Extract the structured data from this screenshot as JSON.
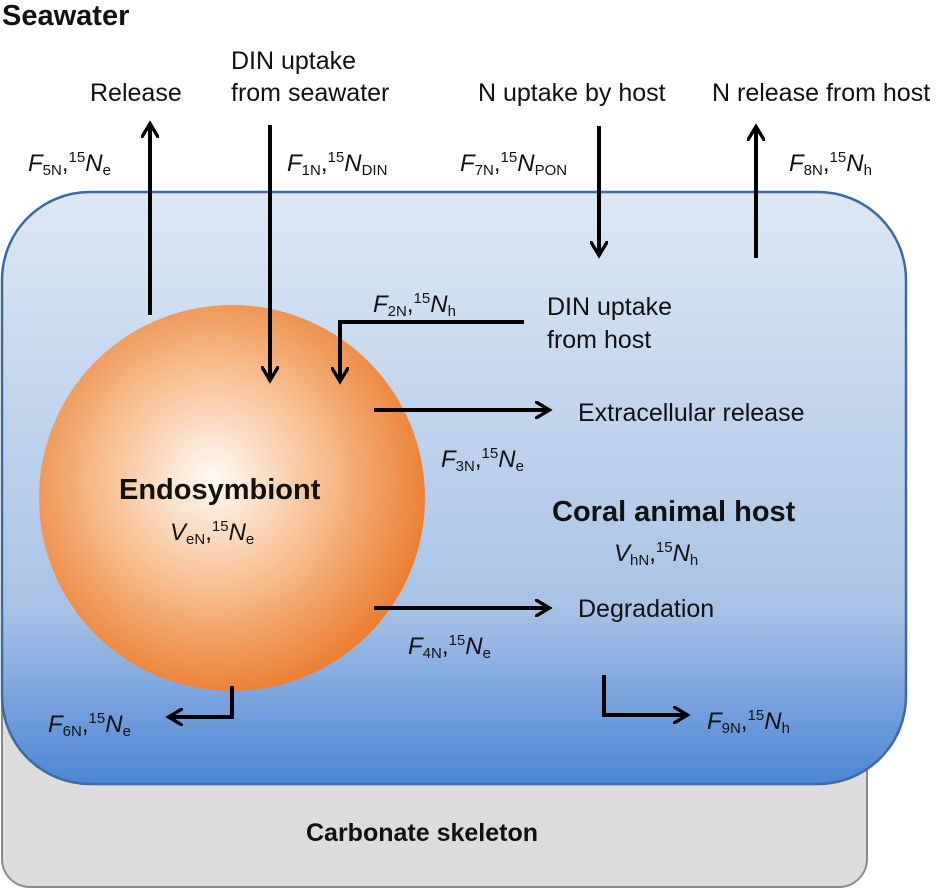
{
  "compartments": {
    "seawater": "Seawater",
    "skeleton": "Carbonate skeleton",
    "host": "Coral animal host",
    "endosymbiont": "Endosymbiont"
  },
  "process_labels": {
    "release": "Release",
    "din_uptake_seawater_1": "DIN uptake",
    "din_uptake_seawater_2": "from seawater",
    "n_uptake_host": "N uptake by host",
    "n_release_host": "N release from host",
    "din_uptake_host_1": "DIN uptake",
    "din_uptake_host_2": "from host",
    "extracellular_release": "Extracellular release",
    "degradation": "Degradation"
  },
  "symbols": {
    "comma": ",",
    "F": "F",
    "V": "V",
    "N": "N",
    "iso": "15",
    "f1": "1N",
    "f2": "2N",
    "f3": "3N",
    "f4": "4N",
    "f5": "5N",
    "f6": "6N",
    "f7": "7N",
    "f8": "8N",
    "f9": "9N",
    "v_e": "eN",
    "v_h": "hN",
    "s_e": "e",
    "s_h": "h",
    "s_din": "DIN",
    "s_pon": "PON"
  },
  "colors": {
    "host_top": "#dde8f5",
    "host_bottom": "#4d86d6",
    "host_border": "#3e6aa3",
    "skeleton_fill": "#dcdcdc",
    "skeleton_border": "#8a8a8a",
    "sphere_center": "#fff7f0",
    "sphere_edge": "#ec7a2a",
    "arrow": "#000000"
  }
}
